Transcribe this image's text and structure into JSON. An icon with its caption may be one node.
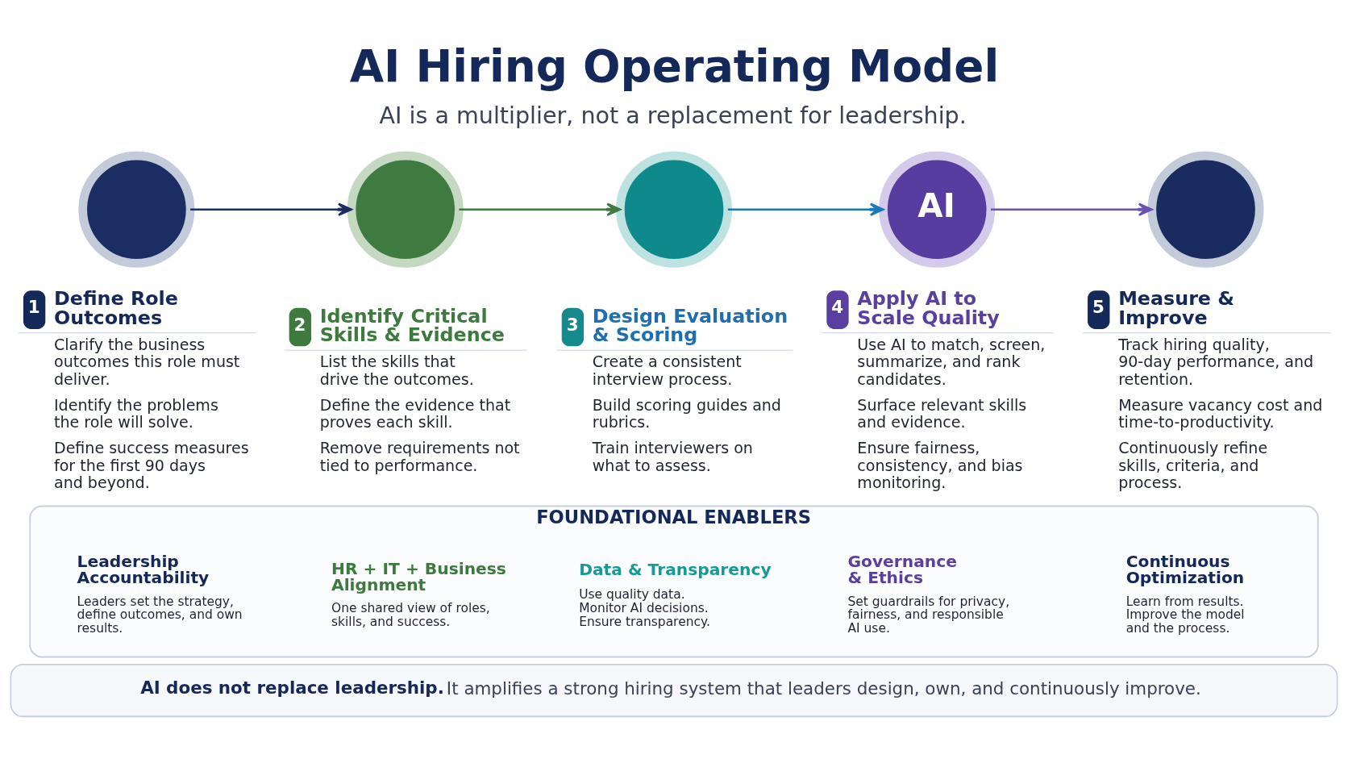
{
  "diagram": {
    "title": "AI Hiring Operating Model",
    "nodes": [
      {
        "text": [],
        "shape": "circle",
        "beside": [
          "1",
          "Define Role Outcomes",
          "Clarify the business outcomes this role must deliver.",
          "Identify the problems the role will solve.",
          "Define success measures for the first 90 days and beyond."
        ]
      },
      {
        "text": [],
        "shape": "circle",
        "beside": [
          "2",
          "Identify Critical Skills & Evidence",
          "List the skills that drive the outcomes.",
          "Define the evidence that proves each skill.",
          "Remove requirements not tied to performance."
        ]
      },
      {
        "text": [],
        "shape": "circle",
        "beside": [
          "3",
          "Design Evaluation & Scoring",
          "Create a consistent interview process.",
          "Build scoring guides and rubrics.",
          "Train interviewers on what to assess."
        ]
      },
      {
        "text": [
          "AI"
        ],
        "beside": [
          "4",
          "Apply AI to Scale Quality",
          "Use AI to match, screen, summarize, and rank candidates.",
          "Surface relevant skills and evidence.",
          "Ensure fairness, consistency, and bias monitoring."
        ]
      },
      {
        "text": [],
        "shape": "circle",
        "beside": [
          "5",
          "Measure & Improve",
          "Track hiring quality, 90-day performance, and retention.",
          "Measure vacancy cost and time-to-productivity.",
          "Continuously refine skills, criteria, and process."
        ]
      },
      {
        "text": [
          "FOUNDATIONAL ENABLERS"
        ]
      },
      {
        "text": [
          "Leadership Accountability",
          "Leaders set the strategy, define outcomes, and own results."
        ],
        "in": 5
      },
      {
        "text": [
          "HR + IT + Business Alignment",
          "One shared view of roles, skills, and success."
        ],
        "in": 5
      },
      {
        "text": [
          "Data & Transparency",
          "Use quality data. Monitor AI decisions. Ensure transparency."
        ],
        "in": 5
      },
      {
        "text": [
          "Governance & Ethics",
          "Set guardrails for privacy, fairness, and responsible AI use."
        ],
        "in": 5
      },
      {
        "text": [
          "Continuous Optimization",
          "Learn from results. Improve the model and the process."
        ],
        "in": 5
      },
      {
        "text": [
          "AI does not replace leadership.",
          "It amplifies a strong hiring system that leaders design, own, and continuously improve."
        ]
      }
    ],
    "edges": [
      {
        "from": 0,
        "to": 1,
        "arrow": "to",
        "color": "#1c2d63"
      },
      {
        "from": 1,
        "to": 2,
        "arrow": "to",
        "color": "#3f7b40"
      },
      {
        "from": 2,
        "to": 3,
        "arrow": "to",
        "color": "#1e78b5"
      },
      {
        "from": 3,
        "to": 4,
        "arrow": "to",
        "color": "#6a50b0"
      }
    ],
    "labels": [
      "AI is a multiplier, not a replacement for leadership."
    ]
  }
}
